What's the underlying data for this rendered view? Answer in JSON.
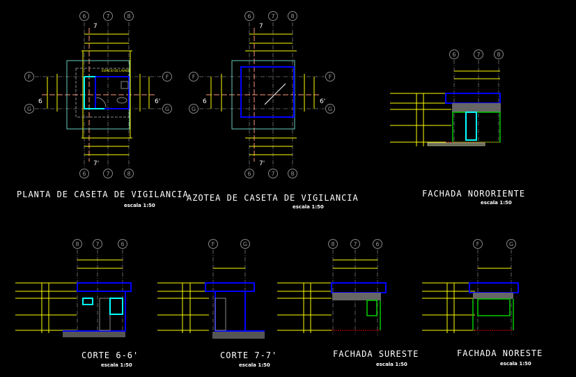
{
  "drawings": {
    "planta": {
      "title": "PLANTA DE CASETA DE VIGILANCIA",
      "scale": "escala 1:50",
      "section_marks": [
        "7",
        "7'",
        "6",
        "6'"
      ]
    },
    "azotea": {
      "title": "AZOTEA DE CASETA DE VIGILANCIA",
      "scale": "escala 1:50",
      "section_marks": [
        "7",
        "7'",
        "6",
        "6'"
      ]
    },
    "fachada_nororiente": {
      "title": "FACHADA NORORIENTE",
      "scale": "escala 1:50"
    },
    "corte_6": {
      "title": "CORTE 6-6'",
      "scale": "escala 1:50"
    },
    "corte_7": {
      "title": "CORTE 7-7'",
      "scale": "escala 1:50"
    },
    "fachada_sureste": {
      "title": "FACHADA SURESTE",
      "scale": "escala 1:50"
    },
    "fachada_noreste": {
      "title": "FACHADA NORESTE",
      "scale": "escala 1:50"
    }
  },
  "grid_labels": {
    "planta_top": [
      "6",
      "7",
      "8"
    ],
    "planta_bottom": [
      "6",
      "7",
      "8"
    ],
    "planta_left": [
      "F",
      "G"
    ],
    "planta_right": [
      "F",
      "G"
    ],
    "azotea_top": [
      "6",
      "7",
      "8"
    ],
    "azotea_bottom": [
      "6",
      "7",
      "8"
    ],
    "azotea_left": [
      "F",
      "G"
    ],
    "azotea_right": [
      "F",
      "G"
    ],
    "nororiente": [
      "6",
      "7",
      "8"
    ],
    "corte_6": [
      "8",
      "7",
      "6"
    ],
    "corte_7": [
      "F",
      "G"
    ],
    "sureste": [
      "8",
      "7",
      "6"
    ],
    "noreste": [
      "F",
      "G"
    ]
  },
  "colors": {
    "background": "#000000",
    "dimension": "#ffff00",
    "slab": "#0000ff",
    "glass": "#00ffff",
    "frame": "#00cc00"
  }
}
